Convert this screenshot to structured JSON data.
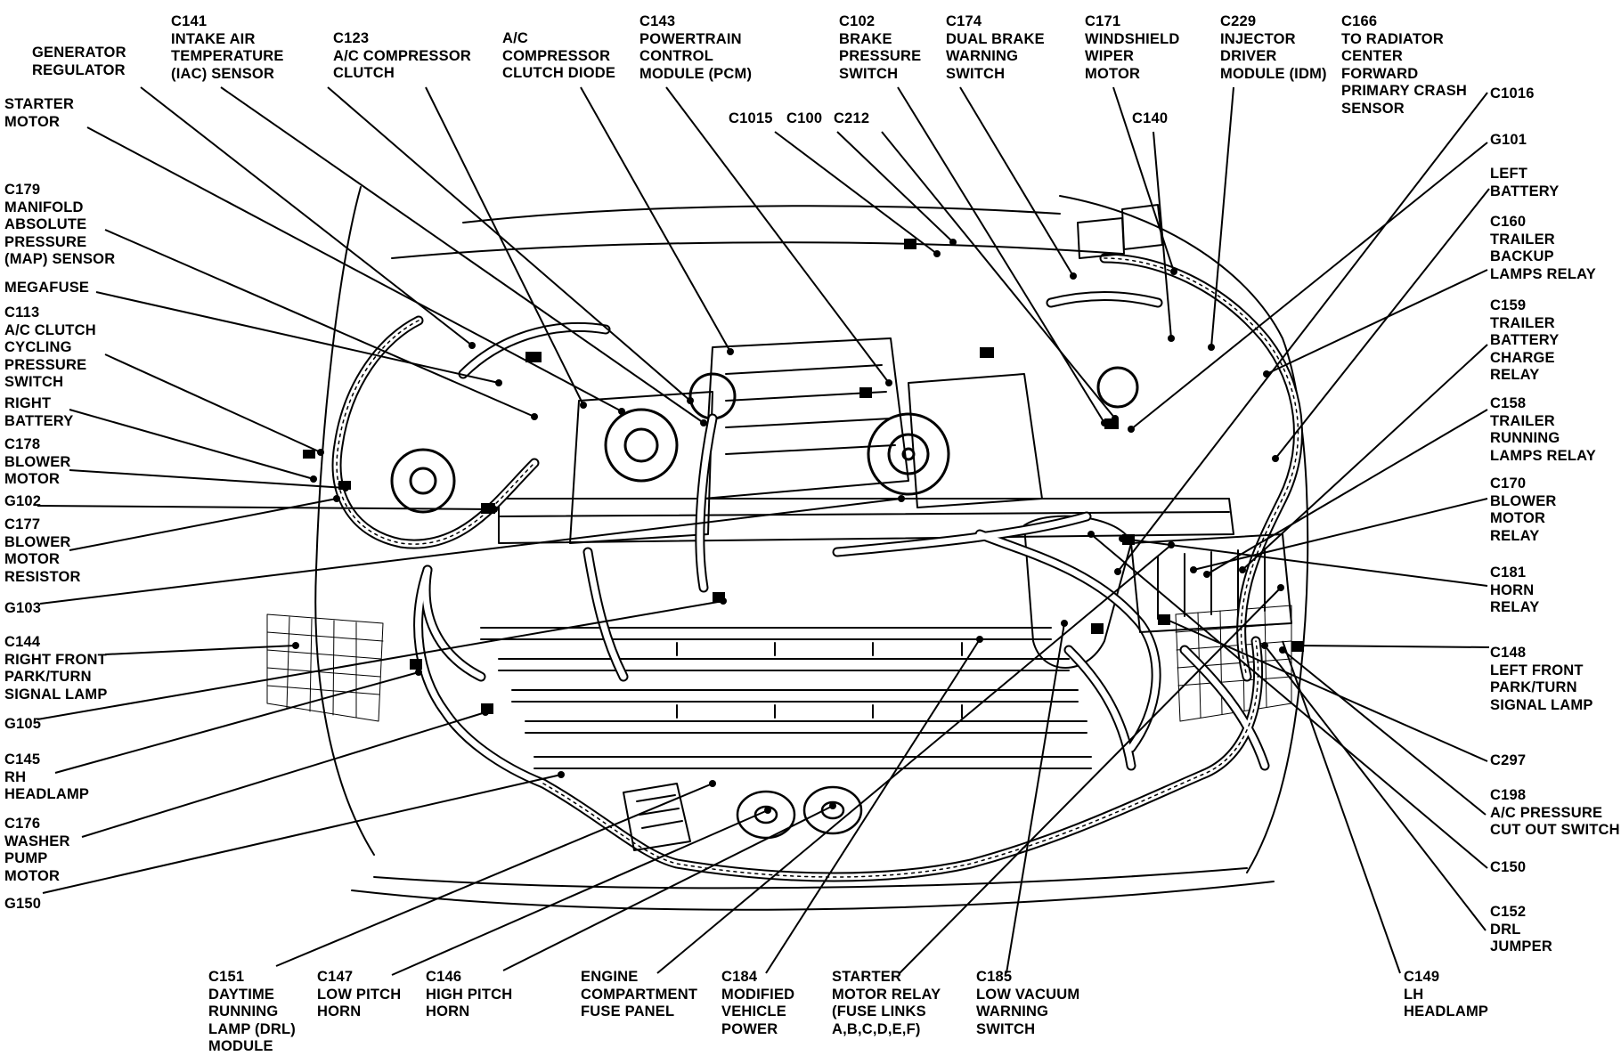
{
  "diagram": {
    "labels": [
      {
        "id": "generator-regulator",
        "text": "GENERATOR\nREGULATOR"
      },
      {
        "id": "c141",
        "text": "C141\nINTAKE AIR\nTEMPERATURE\n(IAC) SENSOR"
      },
      {
        "id": "c123",
        "text": "C123\nA/C COMPRESSOR\nCLUTCH"
      },
      {
        "id": "ac-diode",
        "text": "A/C\nCOMPRESSOR\nCLUTCH DIODE"
      },
      {
        "id": "c143",
        "text": "C143\nPOWERTRAIN\nCONTROL\nMODULE (PCM)"
      },
      {
        "id": "c102",
        "text": "C102\nBRAKE\nPRESSURE\nSWITCH"
      },
      {
        "id": "c174",
        "text": "C174\nDUAL BRAKE\nWARNING\nSWITCH"
      },
      {
        "id": "c171",
        "text": "C171\nWINDSHIELD\nWIPER\nMOTOR"
      },
      {
        "id": "c229",
        "text": "C229\nINJECTOR\nDRIVER\nMODULE (IDM)"
      },
      {
        "id": "c166",
        "text": "C166\nTO RADIATOR\nCENTER\nFORWARD\nPRIMARY CRASH\nSENSOR"
      },
      {
        "id": "starter-motor",
        "text": "STARTER\nMOTOR"
      },
      {
        "id": "c1015",
        "text": "C1015"
      },
      {
        "id": "c100",
        "text": "C100"
      },
      {
        "id": "c212",
        "text": "C212"
      },
      {
        "id": "c140",
        "text": "C140"
      },
      {
        "id": "c1016",
        "text": "C1016"
      },
      {
        "id": "g101",
        "text": "G101"
      },
      {
        "id": "c179",
        "text": "C179\nMANIFOLD\nABSOLUTE\nPRESSURE\n(MAP) SENSOR"
      },
      {
        "id": "left-battery",
        "text": "LEFT\nBATTERY"
      },
      {
        "id": "c160",
        "text": "C160\nTRAILER\nBACKUP\nLAMPS RELAY"
      },
      {
        "id": "megafuse",
        "text": "MEGAFUSE"
      },
      {
        "id": "c113",
        "text": "C113\nA/C CLUTCH\nCYCLING\nPRESSURE\nSWITCH"
      },
      {
        "id": "c159",
        "text": "C159\nTRAILER\nBATTERY\nCHARGE\nRELAY"
      },
      {
        "id": "right-battery",
        "text": "RIGHT\nBATTERY"
      },
      {
        "id": "c158",
        "text": "C158\nTRAILER\nRUNNING\nLAMPS RELAY"
      },
      {
        "id": "c178",
        "text": "C178\nBLOWER\nMOTOR"
      },
      {
        "id": "c170",
        "text": "C170\nBLOWER\nMOTOR\nRELAY"
      },
      {
        "id": "g102",
        "text": "G102"
      },
      {
        "id": "c177",
        "text": "C177\nBLOWER\nMOTOR\nRESISTOR"
      },
      {
        "id": "c181",
        "text": "C181\nHORN\nRELAY"
      },
      {
        "id": "g103",
        "text": "G103"
      },
      {
        "id": "c144",
        "text": "C144\nRIGHT FRONT\nPARK/TURN\nSIGNAL LAMP"
      },
      {
        "id": "c148",
        "text": "C148\nLEFT FRONT\nPARK/TURN\nSIGNAL LAMP"
      },
      {
        "id": "g105",
        "text": "G105"
      },
      {
        "id": "c145",
        "text": "C145\nRH\nHEADLAMP"
      },
      {
        "id": "c297",
        "text": "C297"
      },
      {
        "id": "c176",
        "text": "C176\nWASHER\nPUMP\nMOTOR"
      },
      {
        "id": "c198",
        "text": "C198\nA/C PRESSURE\nCUT OUT SWITCH"
      },
      {
        "id": "c150",
        "text": "C150"
      },
      {
        "id": "g150",
        "text": "G150"
      },
      {
        "id": "c152",
        "text": "C152\nDRL\nJUMPER"
      },
      {
        "id": "c151",
        "text": "C151\nDAYTIME\nRUNNING\nLAMP (DRL)\nMODULE"
      },
      {
        "id": "c147",
        "text": "C147\nLOW PITCH\nHORN"
      },
      {
        "id": "c146",
        "text": "C146\nHIGH PITCH\nHORN"
      },
      {
        "id": "engine-fuse-panel",
        "text": "ENGINE\nCOMPARTMENT\nFUSE PANEL"
      },
      {
        "id": "c184",
        "text": "C184\nMODIFIED\nVEHICLE\nPOWER"
      },
      {
        "id": "starter-relay",
        "text": "STARTER\nMOTOR RELAY\n(FUSE LINKS\nA,B,C,D,E,F)"
      },
      {
        "id": "c185",
        "text": "C185\nLOW VACUUM\nWARNING\nSWITCH"
      },
      {
        "id": "c149",
        "text": "C149\nLH\nHEADLAMP"
      }
    ]
  }
}
